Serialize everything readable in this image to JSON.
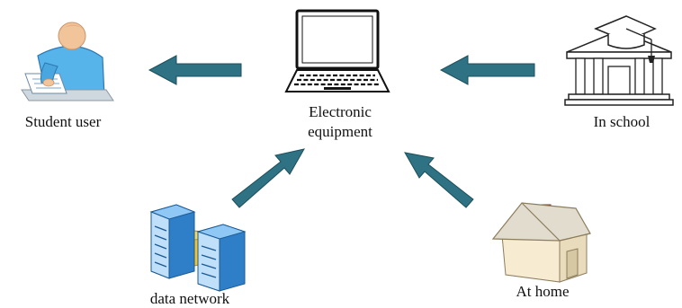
{
  "labels": {
    "student": "Student user",
    "equipment_line1": "Electronic",
    "equipment_line2": "equipment",
    "school": "In school",
    "network": "data network",
    "home": "At home"
  },
  "nodes": [
    {
      "id": "student",
      "icon": "student-user-icon"
    },
    {
      "id": "equipment",
      "icon": "laptop-icon"
    },
    {
      "id": "school",
      "icon": "school-building-icon"
    },
    {
      "id": "network",
      "icon": "server-network-icon"
    },
    {
      "id": "home",
      "icon": "house-icon"
    }
  ],
  "colors": {
    "arrow": "#2e7283",
    "arrow_edge": "#1c4f5c",
    "person_skin": "#f2c49a",
    "person_shirt": "#57b4ea",
    "server_blue": "#3e8fd8",
    "house_wall": "#f7ecd2",
    "house_roof": "#d9d2c3",
    "chimney": "#c9505a"
  }
}
